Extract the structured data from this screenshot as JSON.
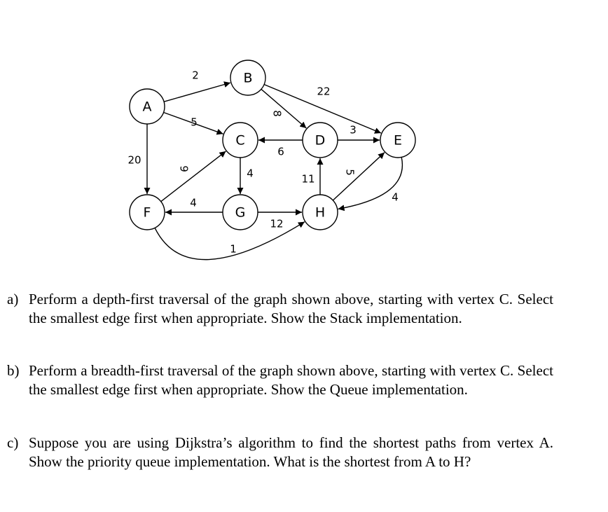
{
  "graph": {
    "nodes": [
      {
        "id": "A",
        "label": "A"
      },
      {
        "id": "B",
        "label": "B"
      },
      {
        "id": "C",
        "label": "C"
      },
      {
        "id": "D",
        "label": "D"
      },
      {
        "id": "E",
        "label": "E"
      },
      {
        "id": "F",
        "label": "F"
      },
      {
        "id": "G",
        "label": "G"
      },
      {
        "id": "H",
        "label": "H"
      }
    ],
    "edges": [
      {
        "from": "A",
        "to": "B",
        "weight": "2"
      },
      {
        "from": "A",
        "to": "C",
        "weight": "5"
      },
      {
        "from": "A",
        "to": "F",
        "weight": "20"
      },
      {
        "from": "B",
        "to": "D",
        "weight": "8"
      },
      {
        "from": "B",
        "to": "E",
        "weight": "22"
      },
      {
        "from": "D",
        "to": "C",
        "weight": "6"
      },
      {
        "from": "D",
        "to": "E",
        "weight": "3"
      },
      {
        "from": "F",
        "to": "C",
        "weight": "9"
      },
      {
        "from": "C",
        "to": "G",
        "weight": "4"
      },
      {
        "from": "G",
        "to": "F",
        "weight": "4"
      },
      {
        "from": "G",
        "to": "H",
        "weight": "12"
      },
      {
        "from": "H",
        "to": "D",
        "weight": "11"
      },
      {
        "from": "H",
        "to": "E",
        "weight": "5"
      },
      {
        "from": "E",
        "to": "H",
        "weight": "4"
      },
      {
        "from": "F",
        "to": "H",
        "weight": "1"
      }
    ]
  },
  "questions": [
    {
      "label": "a)",
      "text": "Perform a depth-first traversal of the graph shown above, starting with vertex C. Select the smallest edge first when appropriate. Show the Stack implementation."
    },
    {
      "label": "b)",
      "text": "Perform a breadth-first traversal of the graph shown above, starting with vertex C. Select the smallest edge first when appropriate. Show the Queue implementation."
    },
    {
      "label": "c)",
      "text": "Suppose you are using Dijkstra’s algorithm to find the shortest paths from vertex A. Show the priority queue implementation. What is the shortest from A to H?"
    }
  ]
}
